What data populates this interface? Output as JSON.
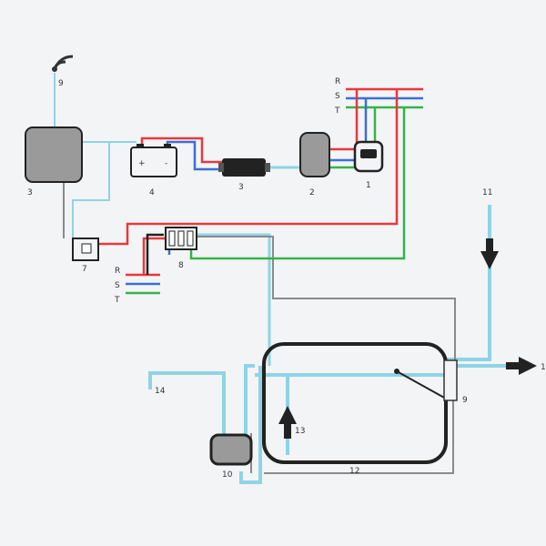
{
  "colors": {
    "background": "#f3f4f5",
    "phase_r": "#e8383d",
    "phase_s": "#3b6fd6",
    "phase_t": "#36b34a",
    "water": "#8fd3e6",
    "grey_wire": "#8a8a8a",
    "device_fill": "#9a9a9a",
    "outline": "#222222"
  },
  "labels": {
    "antenna": "9",
    "controller": "3",
    "battery": "4",
    "fuse": "3",
    "pump_unit": "2",
    "meter": "1",
    "switch_box": "7",
    "terminal_block": "8",
    "tank_sensor": "9",
    "display": "10",
    "inlet_pipe": "11",
    "tank": "12",
    "flow_arrow": "13",
    "outlet_pipe": "14",
    "outlet_tip": "1"
  },
  "phases_top": [
    "R",
    "S",
    "T"
  ],
  "phases_left": [
    "R",
    "S",
    "T"
  ],
  "icons": {
    "antenna": "antenna-icon",
    "battery": "battery-icon",
    "meter": "meter-icon",
    "down_arrow": "down-arrow-icon",
    "up_arrow": "up-arrow-icon",
    "right_arrow": "right-arrow-icon"
  }
}
